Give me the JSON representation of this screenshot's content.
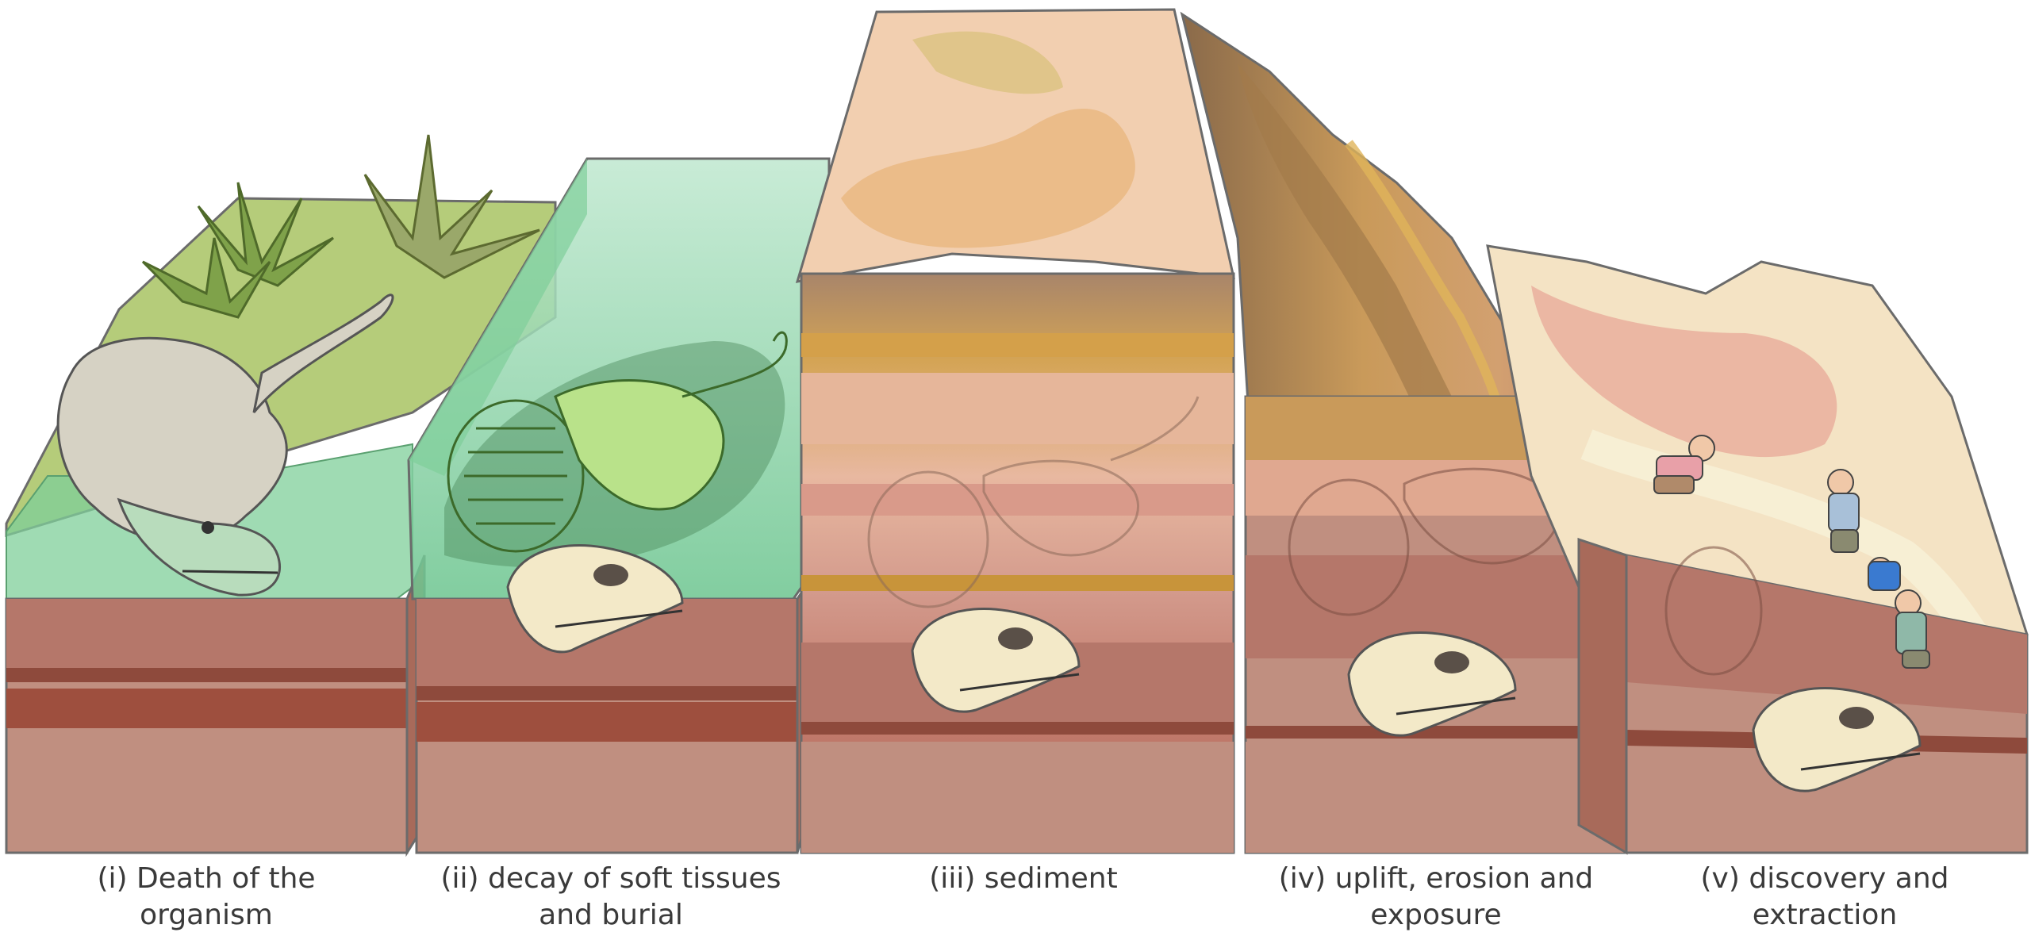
{
  "stages": [
    {
      "id": "i",
      "line1": "(i) Death of the",
      "line2": "organism"
    },
    {
      "id": "ii",
      "line1": "(ii) decay of soft tissues",
      "line2": "and burial"
    },
    {
      "id": "iii",
      "line1": "(iii) sediment",
      "line2": ""
    },
    {
      "id": "iv",
      "line1": "(iv) uplift, erosion and",
      "line2": "exposure"
    },
    {
      "id": "v",
      "line1": "(v) discovery and",
      "line2": "extraction"
    }
  ],
  "colors": {
    "outline": "#6b6b6b",
    "water": "#7fcf9a",
    "soil_top": "#b5776a",
    "soil_band": "#9a4a3c",
    "soil_base": "#c08f80",
    "sand": "#f2cfb0",
    "ochre": "#d9a64a",
    "bone": "#f3e9c8",
    "skeleton_green": "#b9e28a"
  }
}
